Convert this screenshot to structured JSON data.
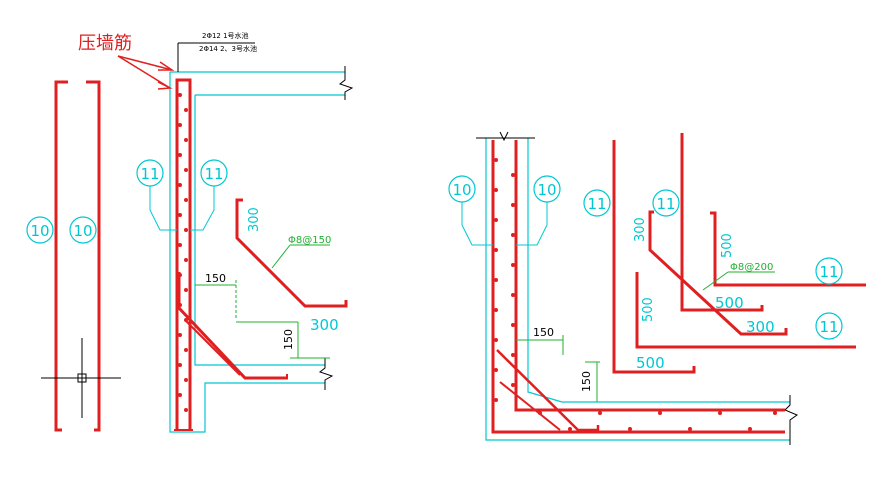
{
  "annotation": {
    "label": "压墙筋"
  },
  "notes": {
    "line1": "2Φ12 1号水池",
    "line2": "2Φ14 2、3号水池"
  },
  "bubbles": {
    "b10": "10",
    "b11": "11"
  },
  "dims": {
    "d300": "300",
    "d150": "150",
    "d500": "500",
    "spacing_150": "Φ8@150",
    "spacing_200": "Φ8@200"
  },
  "colors": {
    "rebar": "#e02020",
    "concrete": "#00c8d2",
    "dimension": "#20b030",
    "text": "#000000"
  }
}
